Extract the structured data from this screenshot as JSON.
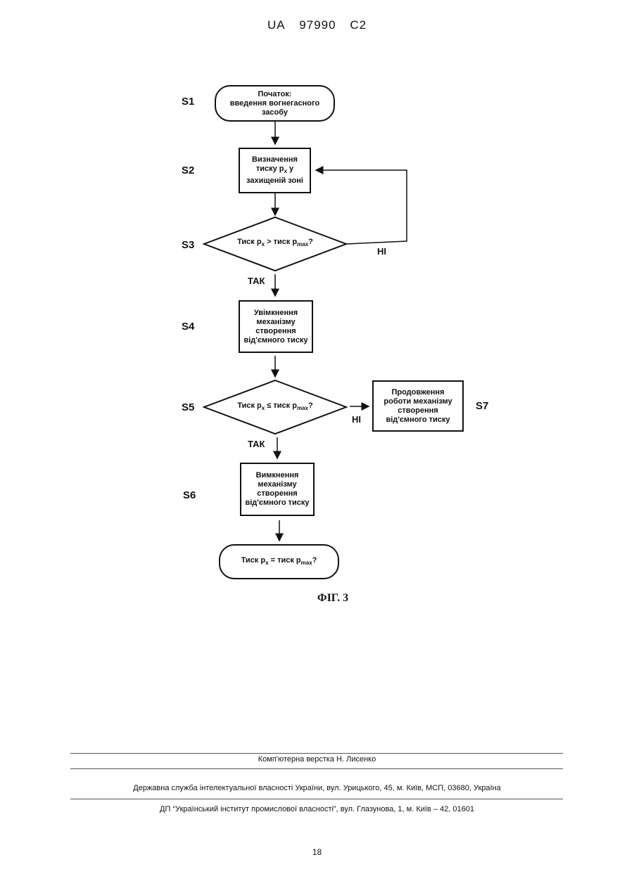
{
  "header": {
    "country": "UA",
    "number": "97990",
    "kind": "C2"
  },
  "steps": {
    "s1": "S1",
    "s2": "S2",
    "s3": "S3",
    "s4": "S4",
    "s5": "S5",
    "s6": "S6",
    "s7": "S7"
  },
  "nodes": {
    "start_l1": "Початок:",
    "start_l2": "введення вогнегасного",
    "start_l3": "засобу",
    "measure_l1": "Визначення",
    "measure_l2": "тиску p",
    "measure_sub": "x",
    "measure_l2b": " у",
    "measure_l3": "захищеній зоні",
    "cond1_a": "Тиск p",
    "cond1_sub1": "x",
    "cond1_b": " > тиск p",
    "cond1_sub2": "max",
    "cond1_c": "?",
    "on_l1": "Увімкнення",
    "on_l2": "механізму",
    "on_l3": "створення",
    "on_l4": "від'ємного тиску",
    "cond2_a": "Тиск p",
    "cond2_sub1": "x",
    "cond2_b": " ≤ тиск p",
    "cond2_sub2": "max",
    "cond2_c": "?",
    "cont_l1": "Продовження",
    "cont_l2": "роботи механізму",
    "cont_l3": "створення",
    "cont_l4": "від'ємного тиску",
    "off_l1": "Вимкнення",
    "off_l2": "механізму",
    "off_l3": "створення",
    "off_l4": "від'ємного тиску",
    "end_a": "Тиск p",
    "end_sub1": "x",
    "end_b": " = тиск p",
    "end_sub2": "max",
    "end_c": "?"
  },
  "branches": {
    "yes1": "ТАК",
    "no1": "НІ",
    "yes2": "ТАК",
    "no2": "НІ"
  },
  "caption": "ФІГ. 3",
  "footer": {
    "typesetting": "Комп'ютерна верстка Н. Лисенко",
    "office": "Державна служба інтелектуальної власності України, вул. Урицького, 45, м. Київ, МСП, 03680, Україна",
    "institute": "ДП “Український інститут промислової власності”, вул. Глазунова, 1, м. Київ – 42, 01601",
    "page": "18"
  }
}
